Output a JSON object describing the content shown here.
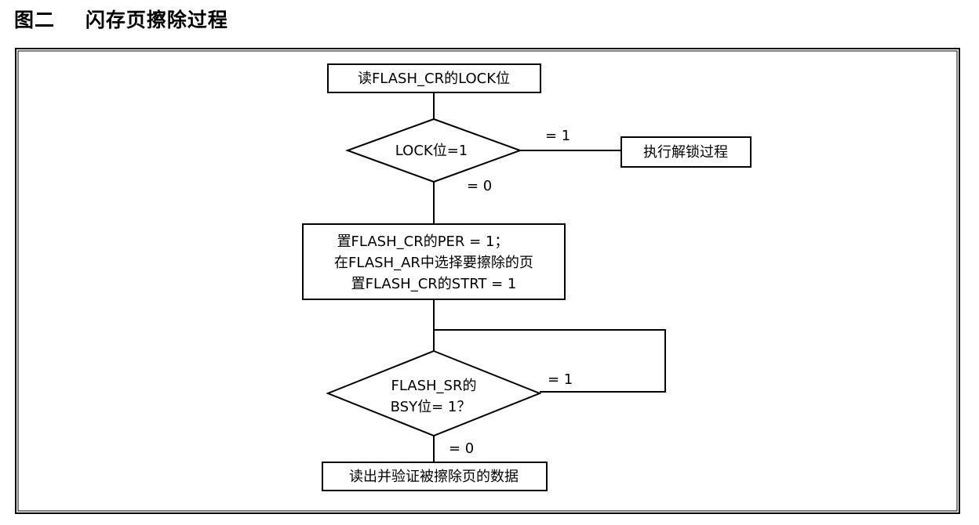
{
  "figure": {
    "title": "图二    闪存页擦除过程"
  },
  "flowchart": {
    "box_read_lock": "读FLASH_CR的LOCK位",
    "diamond_lock": "LOCK位=1",
    "label_lock_yes": "= 1",
    "label_lock_no": "= 0",
    "box_unlock": "执行解锁过程",
    "box_set_per_lines": [
      "置FLASH_CR的PER = 1；",
      "在FLASH_AR中选择要擦除的页",
      "置FLASH_CR的STRT = 1"
    ],
    "diamond_bsy_lines": [
      "FLASH_SR的",
      "BSY位= 1？"
    ],
    "label_bsy_yes": "= 1",
    "label_bsy_no": "= 0",
    "box_verify": "读出并验证被擦除页的数据"
  }
}
